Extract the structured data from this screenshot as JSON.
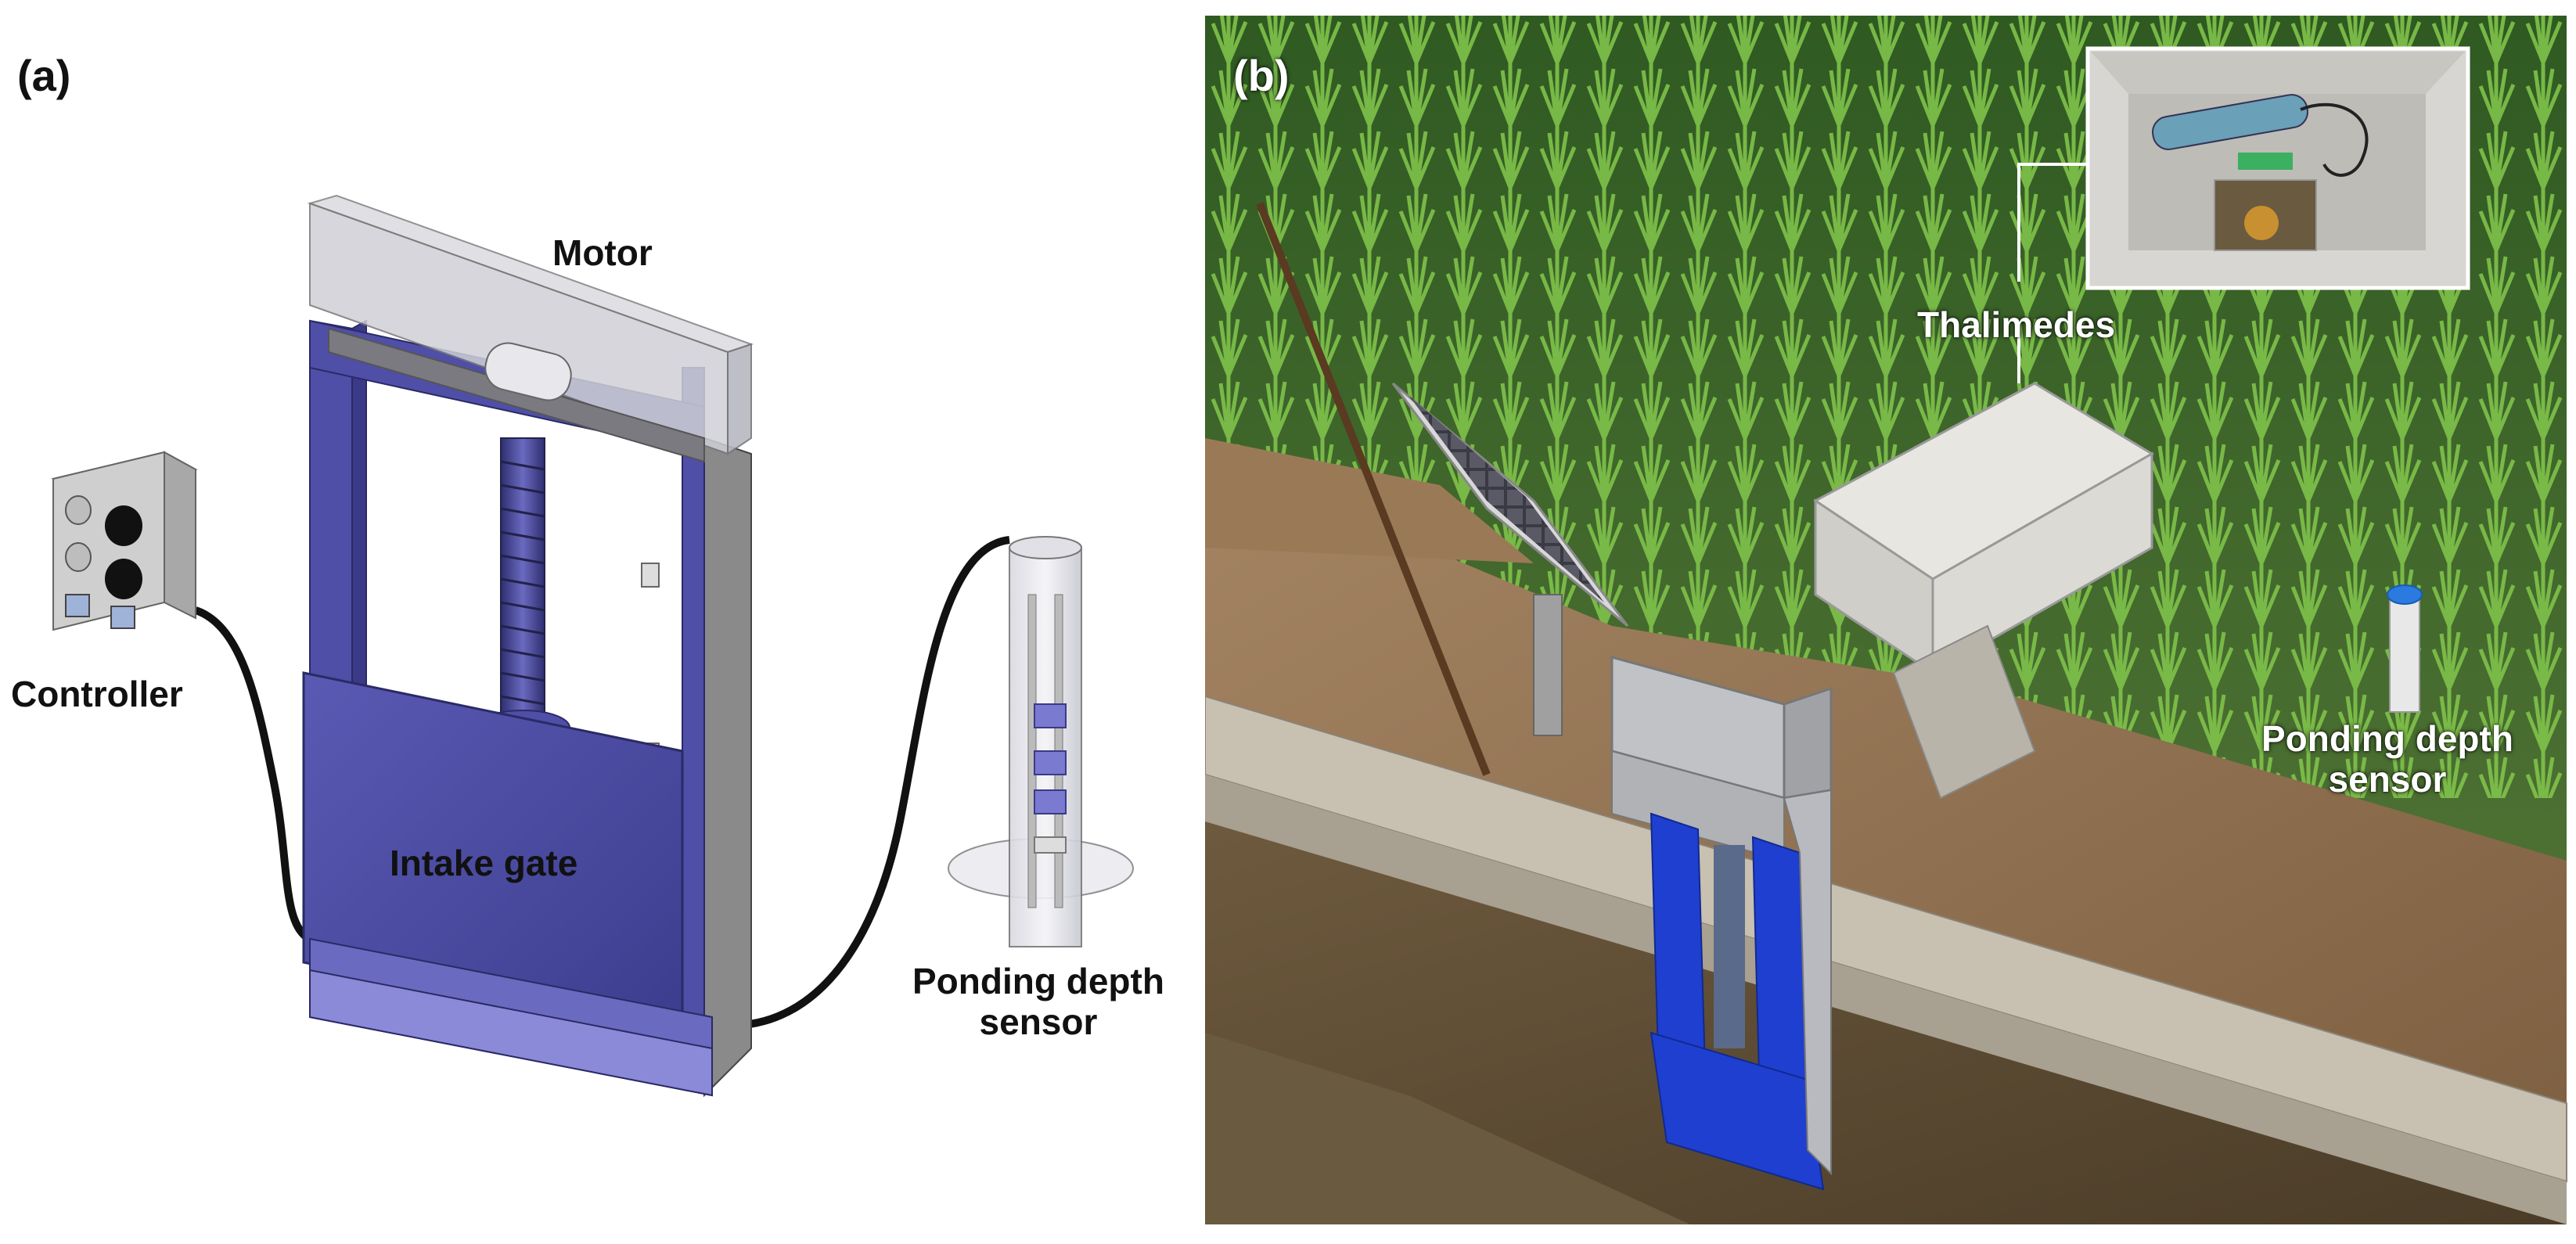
{
  "panel_a": {
    "letter": "(a)",
    "labels": {
      "motor": "Motor",
      "controller": "Controller",
      "intake_gate": "Intake gate",
      "ponding_sensor_line1": "Ponding depth",
      "ponding_sensor_line2": "sensor"
    },
    "colors": {
      "gate": "#4f4fa8",
      "gate_dark": "#3a3a88",
      "frame_gray": "#8a8a8a",
      "cable": "#111111"
    }
  },
  "panel_b": {
    "letter": "(b)",
    "labels": {
      "thalimedes": "Thalimedes",
      "ponding_sensor_line1": "Ponding depth",
      "ponding_sensor_line2": "sensor"
    },
    "colors": {
      "gate_blue": "#1f3fd0",
      "rice_green": "#3f8a2a",
      "soil": "#8a6a4a",
      "water": "#6a5a40"
    }
  }
}
